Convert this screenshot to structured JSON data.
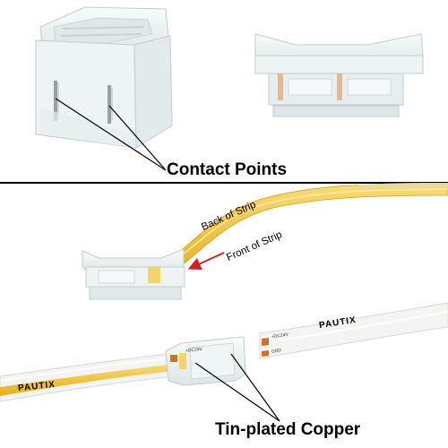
{
  "labels": {
    "contact_points": "Contact Points",
    "back_of_strip": "Back of Strip",
    "front_of_strip": "Front of Strip",
    "tin_plated_copper": "Tin-plated Copper",
    "brand_left": "PAUTIX",
    "brand_right": "PAUTIX",
    "pad_positive_left": "+DC24V",
    "pad_positive_right": "+DC24V",
    "pad_negative_right": "GND"
  },
  "colors": {
    "strip_yellow": "#f3c233",
    "strip_white": "#f4f4f2",
    "copper": "#c8732b",
    "arrow_red": "#d62020",
    "connector_clear": "#eef3f3",
    "divider": "#000000"
  }
}
